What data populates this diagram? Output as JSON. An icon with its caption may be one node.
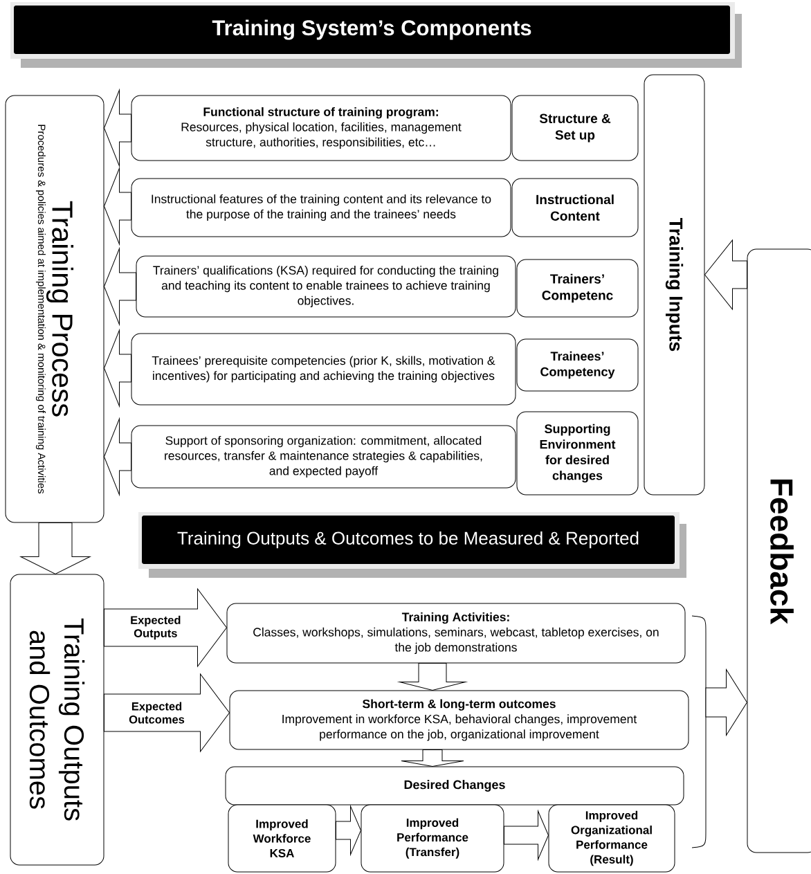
{
  "diagram": {
    "nodes": [
      {
        "text": [
          "Training System’s Components"
        ]
      },
      {
        "text": [
          "Training Process",
          "Procedures & policies aimed at implementation & monitoring of training Activities"
        ]
      },
      {
        "text": [
          "Functional structure of training program:",
          "Resources, physical location, facilities, management structure, authorities, responsibilities, etc…"
        ]
      },
      {
        "text": [
          "Structure & Set up"
        ]
      },
      {
        "text": [
          "Instructional features of the training content and its relevance to the purpose of the training and the trainees’ needs"
        ]
      },
      {
        "text": [
          "Instructional Content"
        ]
      },
      {
        "text": [
          "Trainers’ qualifications (KSA) required for conducting the training and teaching its content to enable trainees to achieve training objectives."
        ]
      },
      {
        "text": [
          "Trainers’ Competenc"
        ]
      },
      {
        "text": [
          "Trainees’ prerequisite competencies (prior K, skills, motivation & incentives) for participating and achieving the training objectives"
        ]
      },
      {
        "text": [
          "Trainees’ Competency"
        ]
      },
      {
        "text": [
          "Support of sponsoring organization: commitment, allocated resources, transfer & maintenance strategies & capabilities, and expected payoff"
        ]
      },
      {
        "text": [
          "Supporting Environment for desired changes"
        ]
      },
      {
        "text": [
          "Training Inputs"
        ]
      },
      {
        "text": [
          "Feedback"
        ]
      },
      {
        "text": [
          "Training Outputs & Outcomes to be Measured & Reported"
        ]
      },
      {
        "text": [
          "Training Outputs and Outcomes"
        ]
      },
      {
        "text": [
          "Training Activities:",
          "Classes, workshops, simulations, seminars, webcast, tabletop exercises, on the job demonstrations"
        ]
      },
      {
        "text": [
          "Short-term & long-term outcomes",
          "Improvement in workforce KSA, behavioral changes, improvement performance on the job, organizational improvement"
        ]
      },
      {
        "text": [
          "Desired Changes"
        ]
      },
      {
        "text": [
          "Improved Workforce KSA"
        ]
      },
      {
        "text": [
          "Improved Performance (Transfer)"
        ]
      },
      {
        "text": [
          "Improved Organizational Performance (Result)"
        ]
      }
    ],
    "edges": [
      {
        "from": 2,
        "to": 1,
        "arrow": "to"
      },
      {
        "from": 4,
        "to": 1,
        "arrow": "to"
      },
      {
        "from": 6,
        "to": 1,
        "arrow": "to"
      },
      {
        "from": 8,
        "to": 1,
        "arrow": "to"
      },
      {
        "from": 10,
        "to": 1,
        "arrow": "to"
      },
      {
        "from": 13,
        "to": 12,
        "arrow": "to"
      },
      {
        "from": 1,
        "to": 15,
        "arrow": "to"
      },
      {
        "from": 15,
        "to": 16,
        "arrow": "to",
        "label": "Expected Outputs"
      },
      {
        "from": 15,
        "to": 17,
        "arrow": "to",
        "label": "Expected Outcomes"
      },
      {
        "from": 16,
        "to": 17,
        "arrow": "to"
      },
      {
        "from": 17,
        "to": 18,
        "arrow": "to"
      },
      {
        "from": 19,
        "to": 20,
        "arrow": "to"
      },
      {
        "from": 20,
        "to": 21,
        "arrow": "to"
      },
      {
        "from": null,
        "to": 13,
        "arrow": "to"
      }
    ]
  }
}
